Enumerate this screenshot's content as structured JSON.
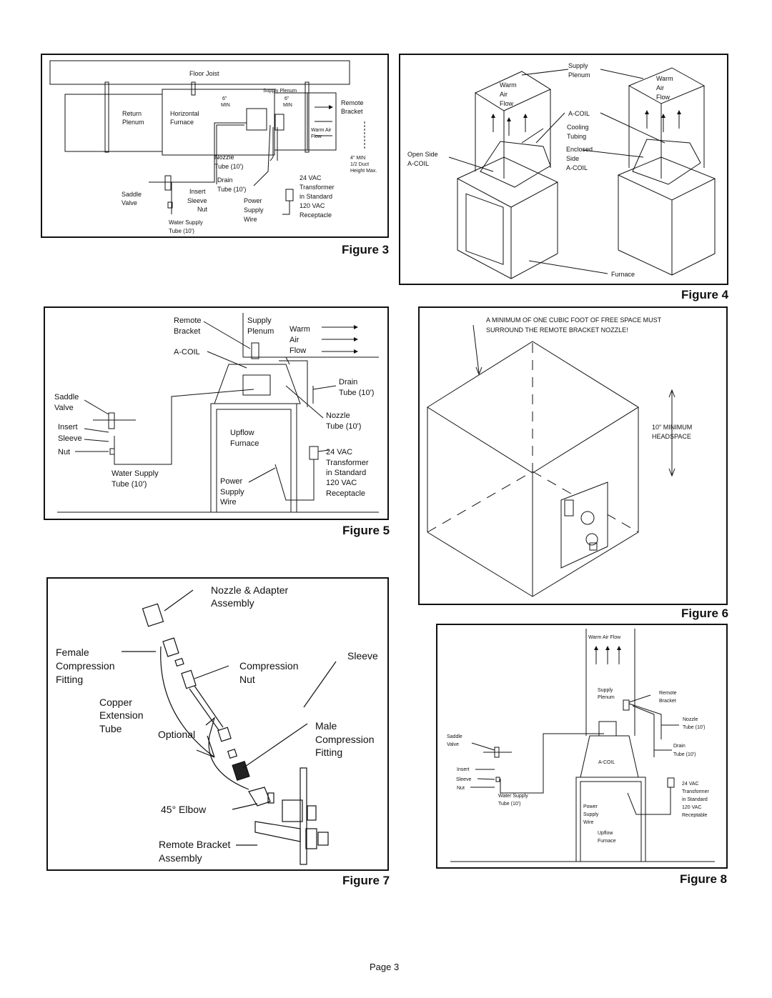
{
  "fig3": {
    "caption": "Figure 3",
    "floor_joist": "Floor Joist",
    "supply_plenum": "Supply Plenum",
    "min_left": "6\"",
    "min_left_unit": "MIN",
    "min_right": "6\"",
    "min_right_unit": "MIN",
    "remote_bracket": [
      "Remote",
      "Bracket"
    ],
    "return_plenum": [
      "Return",
      "Plenum"
    ],
    "horizontal_furnace": [
      "Horizontal",
      "Furnace"
    ],
    "warm_air_flow": [
      "Warm Air",
      "Flow"
    ],
    "duct_note": [
      "4\" MIN",
      "1/2 Duct",
      "Height Max."
    ],
    "nozzle_tube": [
      "Nozzle",
      "Tube (10')"
    ],
    "drain_tube": [
      "Drain",
      "Tube (10')"
    ],
    "saddle_valve": [
      "Saddle",
      "Valve"
    ],
    "insert": "Insert",
    "sleeve": "Sleeve",
    "nut": "Nut",
    "power_supply_wire": [
      "Power",
      "Supply",
      "Wire"
    ],
    "transformer": [
      "24 VAC",
      "Transformer",
      "in Standard",
      "120 VAC",
      "Receptacle"
    ],
    "water_supply_tube": [
      "Water Supply",
      "Tube (10')"
    ]
  },
  "fig4": {
    "caption": "Figure 4",
    "supply_plenum": [
      "Supply",
      "Plenum"
    ],
    "warm_air_flow_left": [
      "Warm",
      "Air",
      "Flow"
    ],
    "warm_air_flow_right": [
      "Warm",
      "Air",
      "Flow"
    ],
    "a_coil": "A-COIL",
    "cooling_tubing": [
      "Cooling",
      "Tubing"
    ],
    "enclosed_side": [
      "Enclosed",
      "Side",
      "A-COIL"
    ],
    "open_side": [
      "Open Side",
      "A-COIL"
    ],
    "furnace": "Furnace"
  },
  "fig5": {
    "caption": "Figure 5",
    "remote_bracket": [
      "Remote",
      "Bracket"
    ],
    "supply_plenum": [
      "Supply",
      "Plenum"
    ],
    "warm_air_flow": [
      "Warm",
      "Air",
      "Flow"
    ],
    "a_coil": "A-COIL",
    "drain_tube": [
      "Drain",
      "Tube (10')"
    ],
    "saddle_valve": [
      "Saddle",
      "Valve"
    ],
    "nozzle_tube": [
      "Nozzle",
      "Tube (10')"
    ],
    "insert": "Insert",
    "sleeve": "Sleeve",
    "nut": "Nut",
    "upflow_furnace": [
      "Upflow",
      "Furnace"
    ],
    "transformer": [
      "24 VAC",
      "Transformer",
      "in Standard",
      "120 VAC",
      "Receptacle"
    ],
    "water_supply_tube": [
      "Water Supply",
      "Tube (10')"
    ],
    "power_supply_wire": [
      "Power",
      "Supply",
      "Wire"
    ]
  },
  "fig6": {
    "caption": "Figure 6",
    "note": [
      "A MINIMUM OF ONE CUBIC FOOT OF FREE SPACE MUST",
      "SURROUND THE REMOTE BRACKET NOZZLE!"
    ],
    "headspace": [
      "10\" MINIMUM",
      "HEADSPACE"
    ]
  },
  "fig7": {
    "caption": "Figure 7",
    "nozzle_adapter": [
      "Nozzle & Adapter",
      "Assembly"
    ],
    "female_fitting": [
      "Female",
      "Compression",
      "Fitting"
    ],
    "sleeve": "Sleeve",
    "compression_nut": [
      "Compression",
      "Nut"
    ],
    "copper_tube": [
      "Copper",
      "Extension",
      "Tube"
    ],
    "optional": "Optional",
    "male_fitting": [
      "Male",
      "Compression",
      "Fitting"
    ],
    "elbow": "45° Elbow",
    "remote_bracket": [
      "Remote Bracket",
      "Assembly"
    ]
  },
  "fig8": {
    "caption": "Figure 8",
    "warm_air_flow": "Warm Air Flow",
    "supply_plenum": [
      "Supply",
      "Plenum"
    ],
    "remote_bracket": [
      "Remote",
      "Bracket"
    ],
    "nozzle_tube": [
      "Nozzle",
      "Tube (10')"
    ],
    "saddle_valve": [
      "Saddle",
      "Valve"
    ],
    "drain_tube": [
      "Drain",
      "Tube (10')"
    ],
    "a_coil": "A-COIL",
    "insert": "Insert",
    "sleeve": "Sleeve",
    "nut": "Nut",
    "water_supply_tube": [
      "Water Supply",
      "Tube (10')"
    ],
    "power_supply_wire": [
      "Power",
      "Supply",
      "Wire"
    ],
    "transformer": [
      "24 VAC",
      "Transformer",
      "in Standard",
      "120 VAC",
      "Receptable"
    ],
    "upflow_furnace": [
      "Upflow",
      "Furnace"
    ]
  },
  "page": {
    "number": "Page 3"
  }
}
